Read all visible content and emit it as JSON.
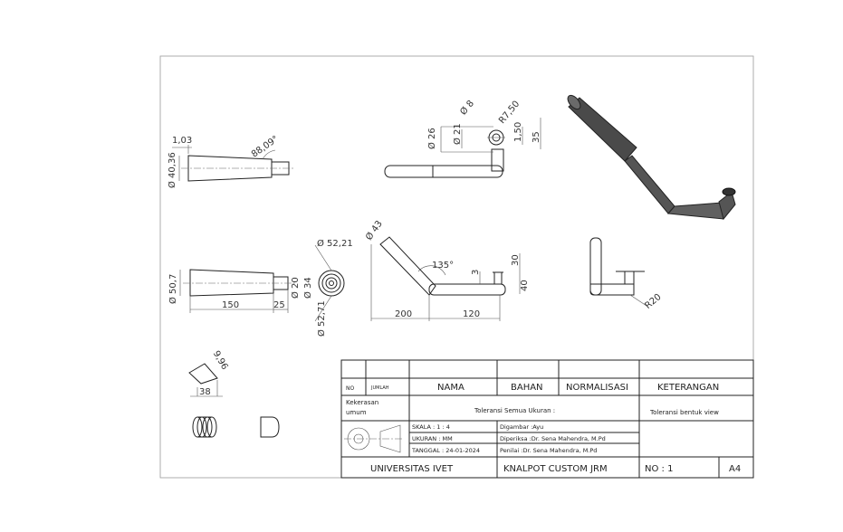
{
  "dimensions": {
    "side_view_top": {
      "d1": "1,03",
      "angle": "88,09°",
      "diameter": "Ø 40,36"
    },
    "side_view_bottom": {
      "diameter_left": "Ø 50,7",
      "len_main": "150",
      "len_tip": "25",
      "d_a": "Ø 20",
      "d_b": "Ø 34"
    },
    "flange_view": {
      "d_outer": "Ø 52,21",
      "d_inner": "Ø 52,71"
    },
    "top_pipe": {
      "d8": "Ø 8",
      "r750": "R7,50",
      "d26": "Ø 26",
      "d21": "Ø 21",
      "h150": "1,50",
      "h35": "35"
    },
    "bent_pipe": {
      "d43": "Ø 43",
      "angle": "135°",
      "w200": "200",
      "w120": "120",
      "h3": "3",
      "h30": "30",
      "h40": "40"
    },
    "elbow_view": {
      "r20": "R20"
    },
    "small_bend": {
      "d": "9,96",
      "w": "38"
    }
  },
  "title_block": {
    "headers": {
      "no": "NO",
      "jumlah": "JUMLAH",
      "nama": "NAMA",
      "bahan": "BAHAN",
      "normalisasi": "NORMALISASI",
      "keterangan": "KETERANGAN"
    },
    "kekerasan_1": "Kekerasan",
    "kekerasan_2": "umum",
    "toleransi_ukuran": "Toleransi Semua Ukuran :",
    "toleransi_bentuk": "Toleransi bentuk view",
    "skala": "SKALA    : 1 : 4",
    "ukuran": "UKURAN   : MM",
    "tanggal": "TANGGAL : 24-01-2024",
    "digambar": "Digambar :Ayu",
    "diperiksa": "Diperiksa  :Dr. Sena Mahendra, M.Pd",
    "penilai": "Penilai     :Dr. Sena Mahendra, M.Pd",
    "universitas": "UNIVERSITAS IVET",
    "judul": "KNALPOT CUSTOM JRM",
    "nomor": "NO : 1",
    "ukuran_kertas": "A4"
  }
}
